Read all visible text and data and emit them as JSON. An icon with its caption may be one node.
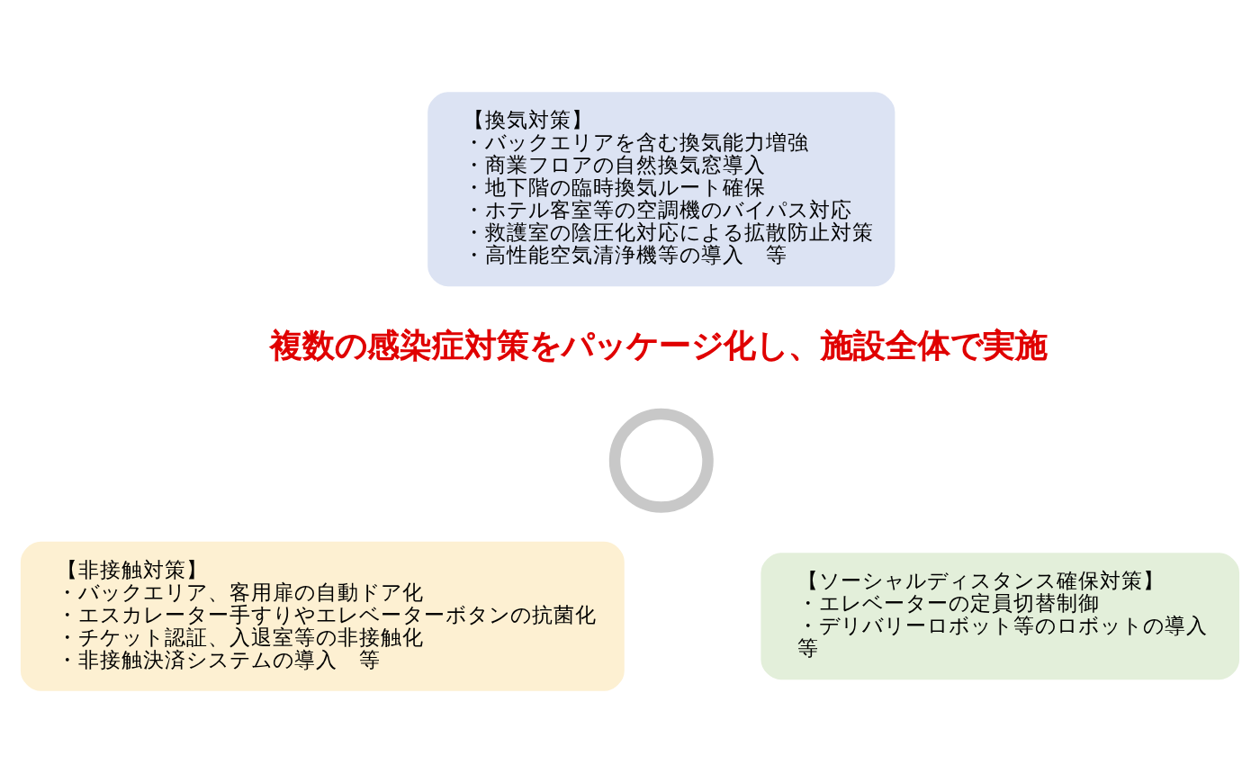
{
  "diagram": {
    "nodes": [
      {
        "text": [
          "【換気対策】",
          "・バックエリアを含む換気能力増強",
          "・商業フロアの自然換気窓導入",
          "・地下階の臨時換気ルート確保",
          "・ホテル客室等の空調機のバイパス対応",
          "・救護室の陰圧化対応による拡散防止対策",
          "・高性能空気清浄機等の導入　等"
        ]
      },
      {
        "text": [],
        "shape": "circle"
      },
      {
        "text": [
          "【非接触対策】",
          "・バックエリア、客用扉の自動ドア化",
          "・エスカレーター手すりやエレベーターボタンの抗菌化",
          "・チケット認証、入退室等の非接触化",
          "・非接触決済システムの導入　等"
        ]
      },
      {
        "text": [
          "【ソーシャルディスタンス確保対策】",
          "・エレベーターの定員切替制御",
          "・デリバリーロボット等のロボットの導入",
          "等"
        ]
      }
    ],
    "labels": [
      "複数の感染症対策をパッケージ化し、施設全体で実施"
    ]
  }
}
